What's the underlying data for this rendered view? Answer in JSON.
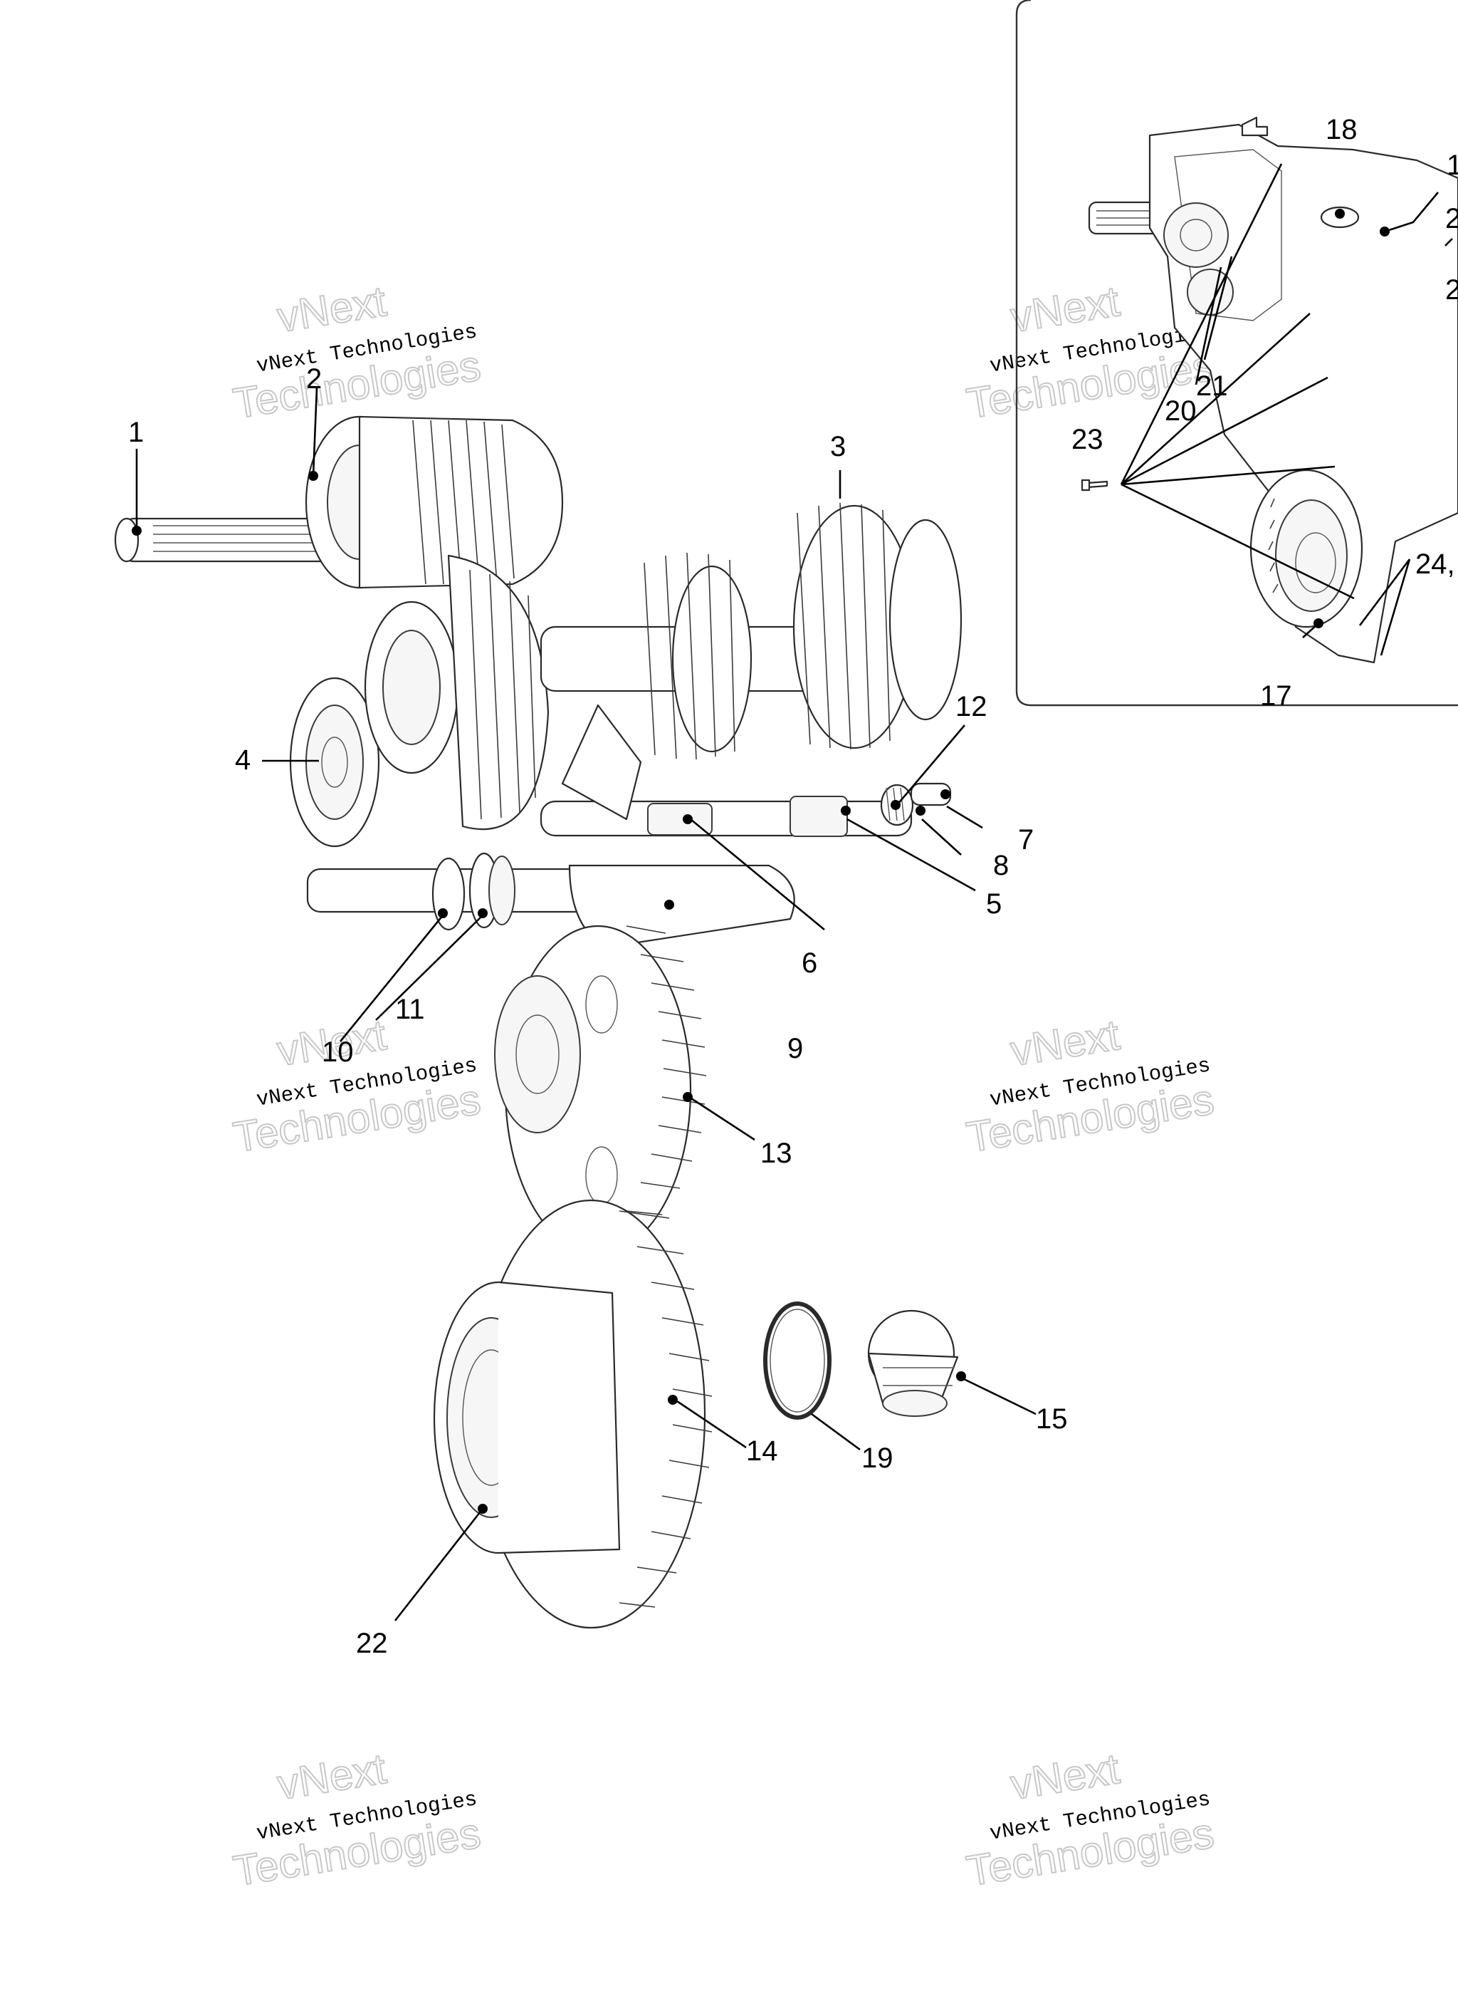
{
  "callouts": {
    "c1": "1",
    "c2": "2",
    "c3": "3",
    "c4": "4",
    "c5": "5",
    "c6": "6",
    "c7": "7",
    "c8": "8",
    "c9": "9",
    "c10": "10",
    "c11": "11",
    "c12": "12",
    "c13": "13",
    "c14": "14",
    "c15": "15",
    "c17": "17",
    "c18": "18",
    "c19": "19",
    "c20": "20",
    "c21": "21",
    "c22": "22",
    "c23": "23",
    "c24": "24,",
    "c_1_cut": "1",
    "c_2_cut": "2",
    "c_2b_cut": "2"
  },
  "watermark": {
    "line_small": "vNext Technologies",
    "line_big_top": "vNext",
    "line_big_bottom": "Technologies"
  }
}
